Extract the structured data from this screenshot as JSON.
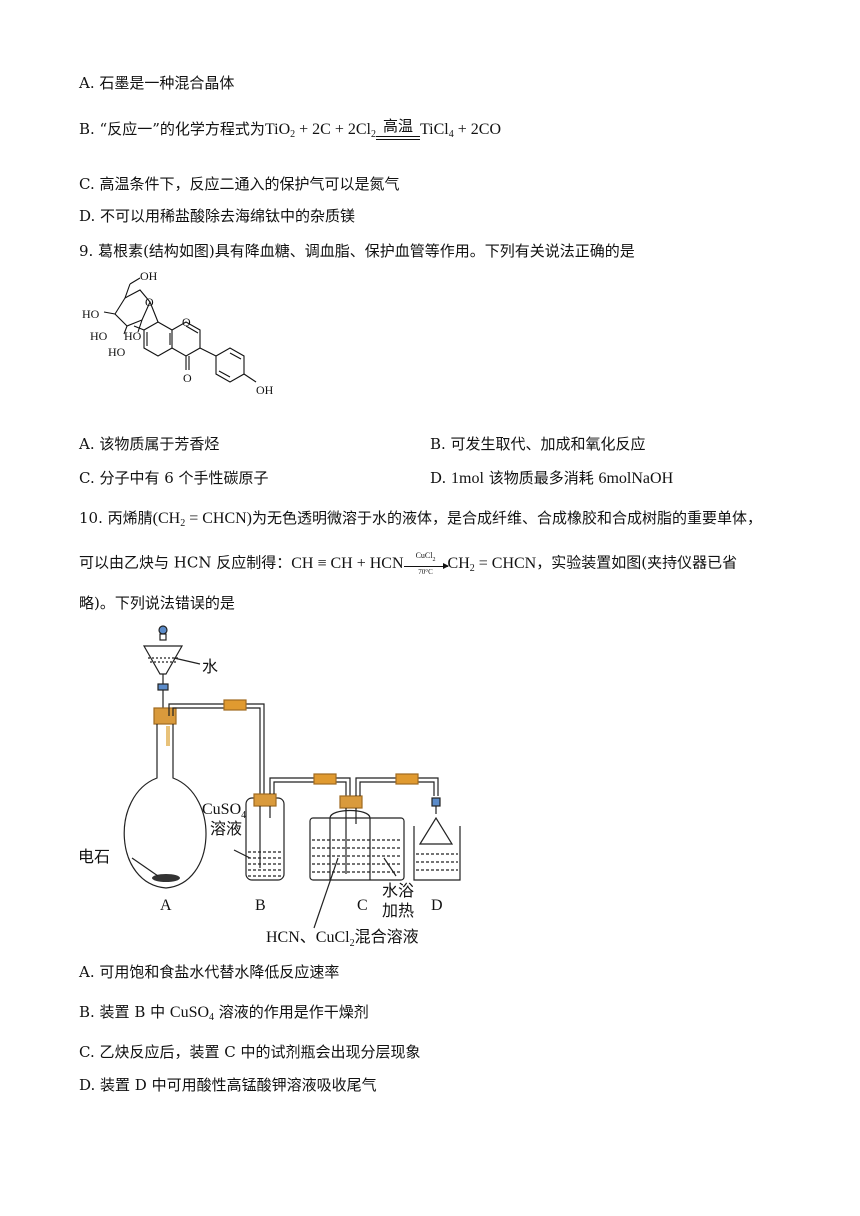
{
  "q8": {
    "optA": "A. 石墨是一种混合晶体",
    "optB_prefix": "B. “反应一”的化学方程式为",
    "optB_lhs": "TiO",
    "optB_lhs2": " + 2C + 2Cl",
    "optB_cond": "高温",
    "optB_rhs": "TiCl",
    "optB_rhs2": " + 2CO",
    "optC": "C. 高温条件下，反应二通入的保护气可以是氮气",
    "optD": "D. 不可以用稀盐酸除去海绵钛中的杂质镁"
  },
  "q9": {
    "stem": "9. 葛根素(结构如图)具有降血糖、调血脂、保护血管等作用。下列有关说法正确的是",
    "labels": {
      "oh_top": "OH",
      "ho_left": "HO",
      "ho1": "HO",
      "ho2": "HO",
      "ho_ring": "HO",
      "ketone": "O",
      "oh_right": "OH",
      "o_ring": "O",
      "o_pyran": "O"
    },
    "optA": "A. 该物质属于芳香烃",
    "optB": "B. 可发生取代、加成和氧化反应",
    "optC": "C. 分子中有 6 个手性碳原子",
    "optD_prefix": "D. ",
    "optD_mol": "1mol",
    "optD_mid": " 该物质最多消耗 ",
    "optD_naoh": "6molNaOH"
  },
  "q10": {
    "stem_a": "10. 丙烯腈",
    "stem_formula": "CH",
    "stem_formula2": " = CHCN",
    "stem_b": "为无色透明微溶于水的液体，是合成纤维、合成橡胶和合成树脂的重要单体，",
    "line2_a": "可以由乙炔与 HCN 反应制得：",
    "eq_lhs": "CH ≡ CH + HCN",
    "eq_cat": "CuCl",
    "eq_temp": "70°C",
    "eq_rhs": "CH",
    "eq_rhs2": " = CHCN",
    "line2_b": "，实验装置如图(夹持仪器已省",
    "line3": "略)。下列说法错误的是",
    "fig": {
      "water": "水",
      "cuso4": "CuSO",
      "cuso4_sub": "4",
      "soln": "溶液",
      "carbide": "电石",
      "A": "A",
      "B": "B",
      "C": "C",
      "D": "D",
      "bath1": "水浴",
      "bath2": "加热",
      "mix_a": "HCN、CuCl",
      "mix_sub": "2",
      "mix_b": "混合溶液"
    },
    "optA": "A. 可用饱和食盐水代替水降低反应速率",
    "optB_a": "B. 装置 B 中 ",
    "optB_f": "CuSO",
    "optB_sub": "4",
    "optB_b": " 溶液的作用是作干燥剂",
    "optC": "C. 乙炔反应后，装置 C 中的试剂瓶会出现分层现象",
    "optD": "D. 装置 D 中可用酸性高锰酸钾溶液吸收尾气"
  }
}
